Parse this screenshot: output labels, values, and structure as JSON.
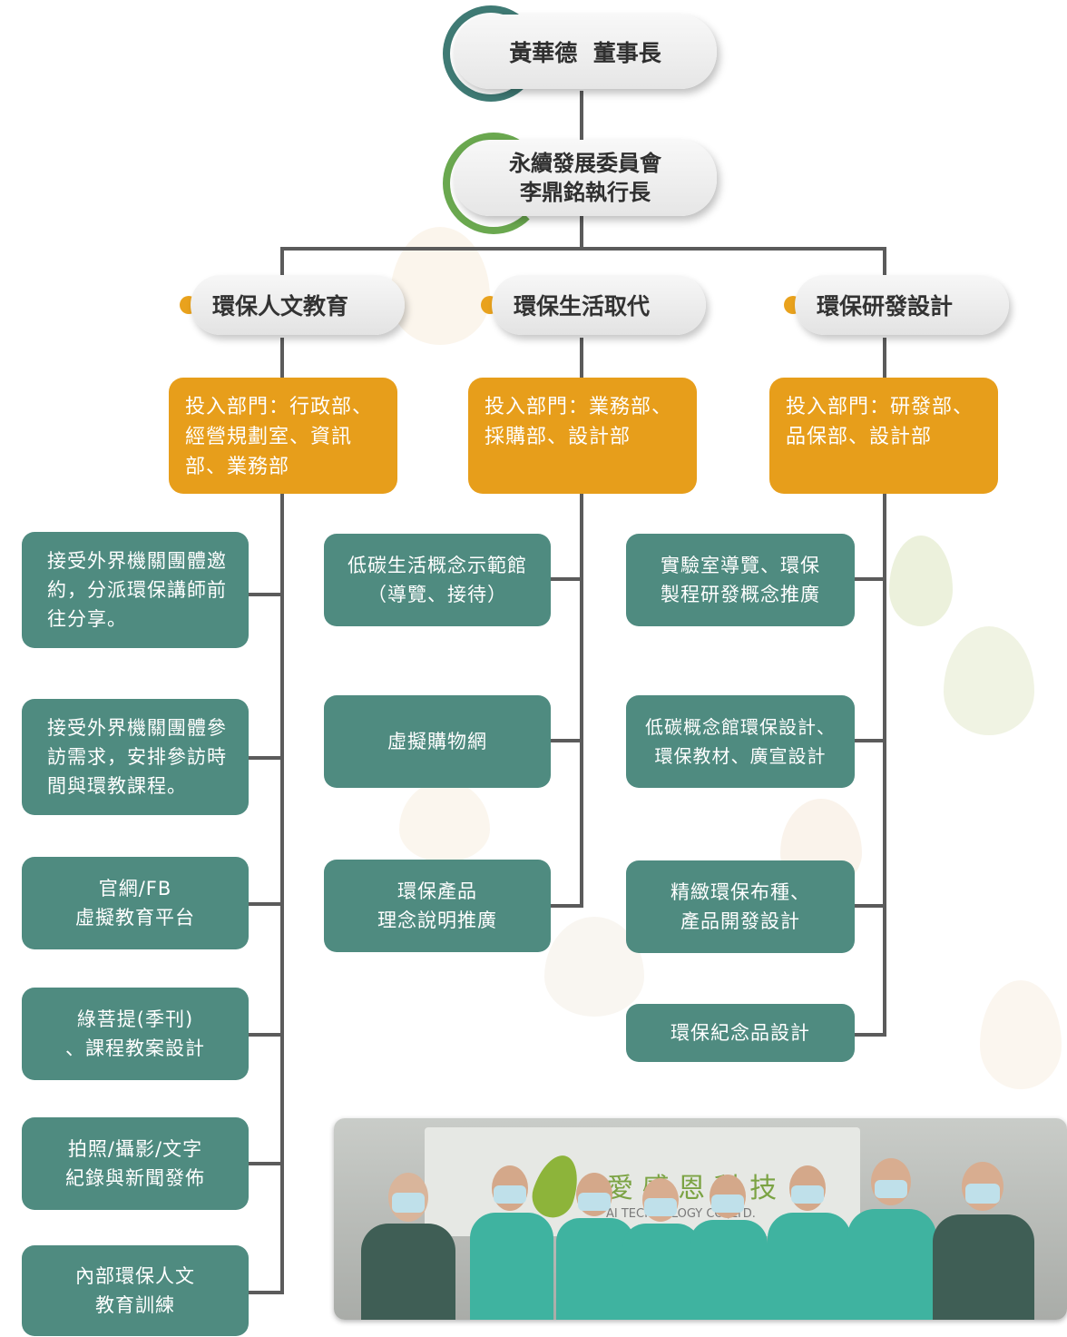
{
  "top": {
    "chairman": "黃華德  董事長",
    "committee_line1": "永續發展委員會",
    "committee_line2": "李鼎銘執行長"
  },
  "columns": [
    {
      "title": "環保人文教育",
      "dept": "投入部門：行政部、經營規劃室、資訊部、業務部",
      "items": [
        "接受外界機關團體邀約，分派環保講師前往分享。",
        "接受外界機關團體參訪需求，安排參訪時間與環教課程。",
        "官網/FB\n虛擬教育平台",
        "綠菩提(季刊)\n、課程教案設計",
        "拍照/攝影/文字\n紀錄與新聞發佈",
        "內部環保人文\n教育訓練"
      ]
    },
    {
      "title": "環保生活取代",
      "dept": "投入部門：業務部、採購部、設計部",
      "items": [
        "低碳生活概念示範館\n（導覽、接待）",
        "虛擬購物網",
        "環保產品\n理念說明推廣"
      ]
    },
    {
      "title": "環保研發設計",
      "dept": "投入部門：研發部、品保部、設計部",
      "items": [
        "實驗室導覽、環保\n製程研發概念推廣",
        "低碳概念館環保設計、\n環保教材、廣宣設計",
        "精緻環保布種、\n產品開發設計",
        "環保紀念品設計"
      ]
    }
  ],
  "photo": {
    "sign_text": "愛 感 恩 科 技",
    "sign_subtext": "AI TECHNOLOGY CO.,LTD."
  },
  "colors": {
    "teal": "#4f8b80",
    "orange": "#e79e1b",
    "dot": "#e9a21d",
    "line": "#5b5b5b"
  }
}
